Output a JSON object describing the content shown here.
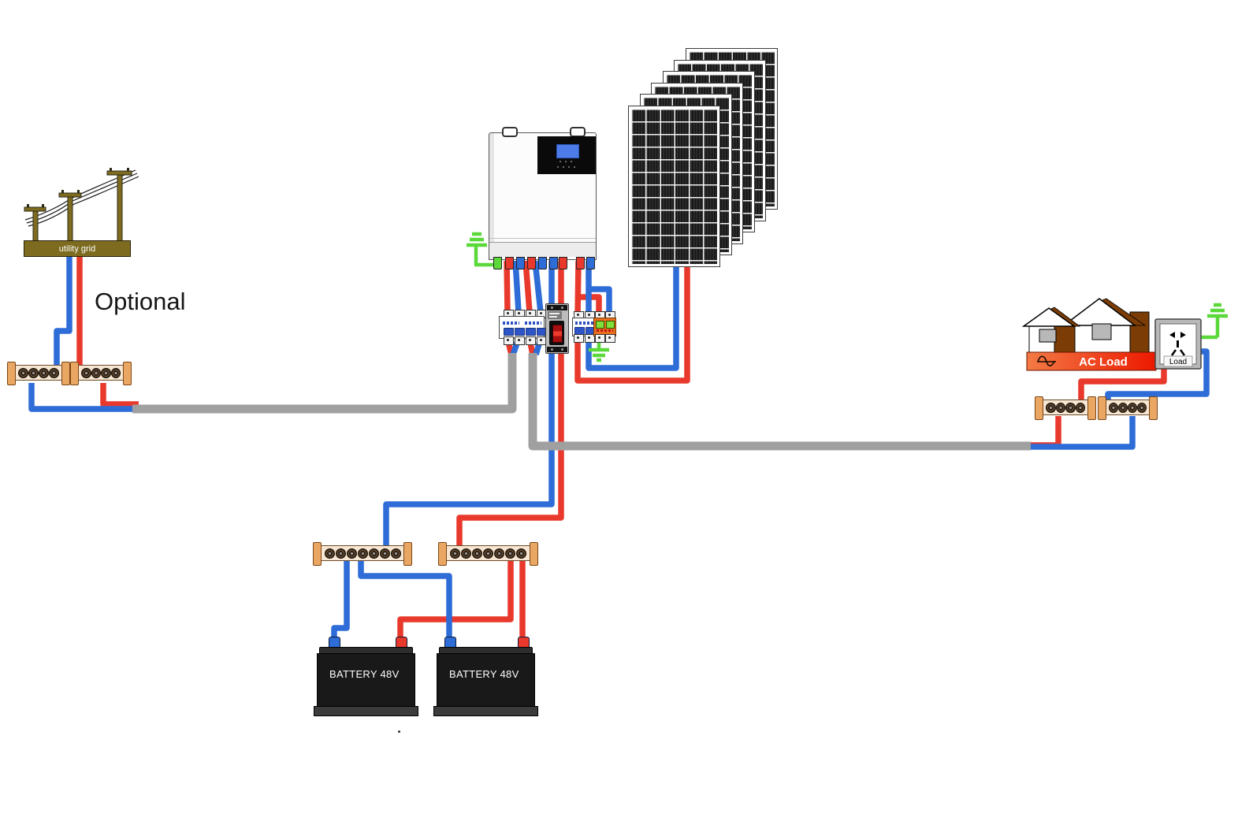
{
  "labels": {
    "optional": "Optional",
    "utility_grid": "utility grid",
    "ac_load": "AC Load",
    "load_socket": "Load"
  },
  "batteries": [
    {
      "label": "BATTERY 48V"
    },
    {
      "label": "BATTERY 48V"
    }
  ],
  "solar_array": {
    "panel_count": 6
  },
  "busbars": {
    "grid_negative_terminals": 4,
    "grid_positive_terminals": 4,
    "battery_negative_terminals": 7,
    "battery_positive_terminals": 7,
    "ac_load_live_terminals": 4,
    "ac_load_neutral_terminals": 4
  },
  "components": {
    "inverter": "hybrid solar inverter",
    "ac_breaker": "4-pole AC breaker",
    "battery_breaker": "MCCB battery breaker",
    "pv_breaker": "2-pole PV breaker",
    "surge_protector": "PV surge protector (SPD)"
  },
  "colors": {
    "positive_wire": "#e8392c",
    "negative_wire": "#2e6cd8",
    "ac_bundle_cable": "#a0a0a0",
    "ground_wire": "#5bd83a",
    "utility_grid_bar": "#7d6b1f",
    "ac_load_bar_start": "#f37a45",
    "ac_load_bar_end": "#ec1800",
    "spd_body": "#e86f1d",
    "battery_body": "#191919"
  }
}
